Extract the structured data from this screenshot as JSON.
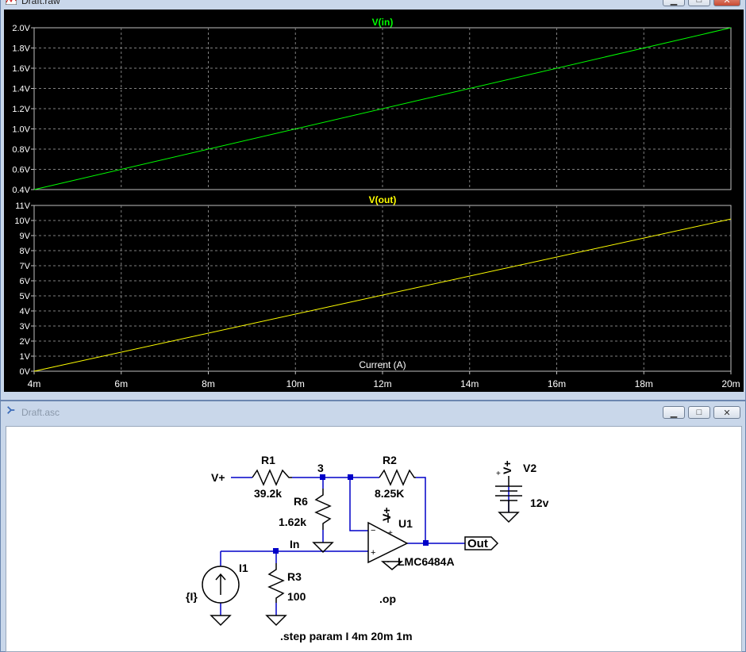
{
  "raw_window": {
    "title": "Draft.raw",
    "buttons": {
      "minimize": "▁",
      "maximize": "□",
      "close": "✕"
    }
  },
  "asc_window": {
    "title": "Draft.asc",
    "buttons": {
      "minimize": "▁",
      "maximize": "□",
      "close": "✕"
    }
  },
  "chart_data": [
    {
      "type": "line",
      "title": "V(in)",
      "color": "#00ff00",
      "yticks": [
        "2.0V",
        "1.8V",
        "1.6V",
        "1.4V",
        "1.2V",
        "1.0V",
        "0.8V",
        "0.6V",
        "0.4V"
      ],
      "ylim": [
        0.4,
        2.0
      ],
      "xlim": [
        0.004,
        0.02
      ],
      "series": [
        {
          "name": "V(in)",
          "x": [
            0.004,
            0.02
          ],
          "y": [
            0.4,
            2.0
          ]
        }
      ],
      "grid": true
    },
    {
      "type": "line",
      "title": "V(out)",
      "color": "#ffff00",
      "xlabel": "Current (A)",
      "yticks": [
        "11V",
        "10V",
        "9V",
        "8V",
        "7V",
        "6V",
        "5V",
        "4V",
        "3V",
        "2V",
        "1V",
        "0V"
      ],
      "ylim": [
        0,
        11
      ],
      "xlim": [
        0.004,
        0.02
      ],
      "xticks": [
        "4m",
        "6m",
        "8m",
        "10m",
        "12m",
        "14m",
        "16m",
        "18m",
        "20m"
      ],
      "series": [
        {
          "name": "V(out)",
          "x": [
            0.004,
            0.02
          ],
          "y": [
            0.0,
            10.1
          ]
        }
      ],
      "grid": true
    }
  ],
  "schematic": {
    "r1": {
      "name": "R1",
      "value": "39.2k"
    },
    "r2": {
      "name": "R2",
      "value": "8.25K"
    },
    "r3": {
      "name": "R3",
      "value": "100"
    },
    "r6": {
      "name": "R6",
      "value": "1.62k"
    },
    "i1": {
      "name": "I1",
      "value": "{I}"
    },
    "v2": {
      "name": "V2",
      "value": "12v"
    },
    "u1": {
      "name": "U1",
      "model": "LMC6484A"
    },
    "labels": {
      "vplus_in": "V+",
      "node3": "3",
      "in": "In",
      "out": "Out",
      "u1_vplus": "V+",
      "v2_vplus": "V+"
    },
    "directives": {
      "op": ".op",
      "step": ".step param I 4m 20m 1m"
    }
  },
  "colors": {
    "wire": "#0000c8",
    "component": "#000000",
    "plot_bg": "#000000",
    "grid": "#7f7f7f"
  }
}
